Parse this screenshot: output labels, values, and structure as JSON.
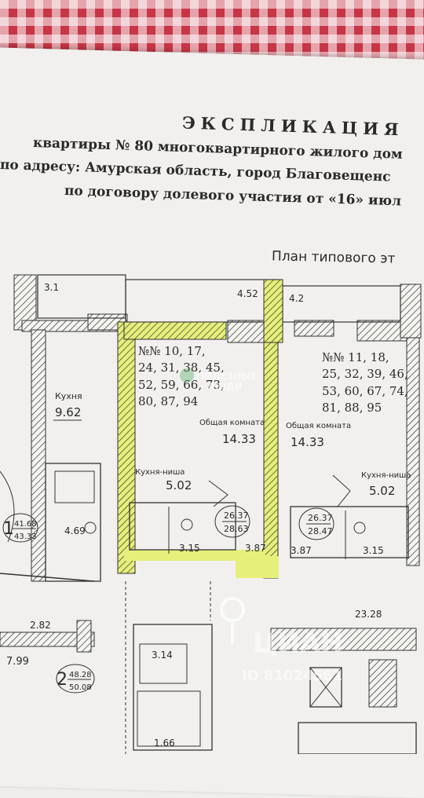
{
  "header": {
    "title": "ЭКСПЛИКАЦИЯ",
    "line1": "квартиры № 80 многоквартирного жилого дом",
    "line2": "по адресу: Амурская область, город Благовещенс",
    "line3": "по договору долевого участия от «16» июл",
    "plan_title": "План типового эт"
  },
  "apartment_left": {
    "numbers": [
      "№№ 10, 17,",
      "24, 31, 38, 45,",
      "52, 59, 66, 73,",
      "80, 87, 94"
    ],
    "room_label": "Общая комната",
    "room_area": "14.33",
    "kitchen_label": "Кухня-ниша",
    "kitchen_area": "5.02",
    "bath_area": "3.15",
    "hall_area": "3.87",
    "total_top": "26.37",
    "total_bottom": "28.63",
    "balcony": "4.52"
  },
  "apartment_right": {
    "numbers": [
      "№№ 11, 18,",
      "25, 32, 39, 46,",
      "53, 60, 67, 74,",
      "81, 88, 95"
    ],
    "room_label": "Общая комната",
    "room_area": "14.33",
    "kitchen_label": "Кухня-ниша",
    "kitchen_area": "5.02",
    "bath_area": "3.15",
    "hall_area": "3.87",
    "total_top": "26.37",
    "total_bottom": "28.47",
    "balcony": "4.2"
  },
  "apartment_far_left": {
    "kitchen_label": "Кухня",
    "kitchen_area": "9.62",
    "bath_area": "4.69",
    "total_top": "41.68",
    "total_bottom": "43.33",
    "balcony": "3.1",
    "count": "1"
  },
  "lower_left": {
    "area_a": "2.82",
    "area_b": "7.99",
    "area_c": "3.14",
    "area_d": "1.66",
    "total_top": "48.28",
    "total_bottom": "50.08",
    "count": "2"
  },
  "lower_right": {
    "area": "23.28"
  },
  "watermark": {
    "brand": "ЦИАН",
    "id": "ID 81024561",
    "stamp_line1": "ПОЛЕЗНЫЕ",
    "stamp_line2": "ЛЮДИ"
  },
  "colors": {
    "highlight": "#e6ef7a",
    "ink": "#2a2a2a",
    "cloth_red": "#c63646"
  }
}
